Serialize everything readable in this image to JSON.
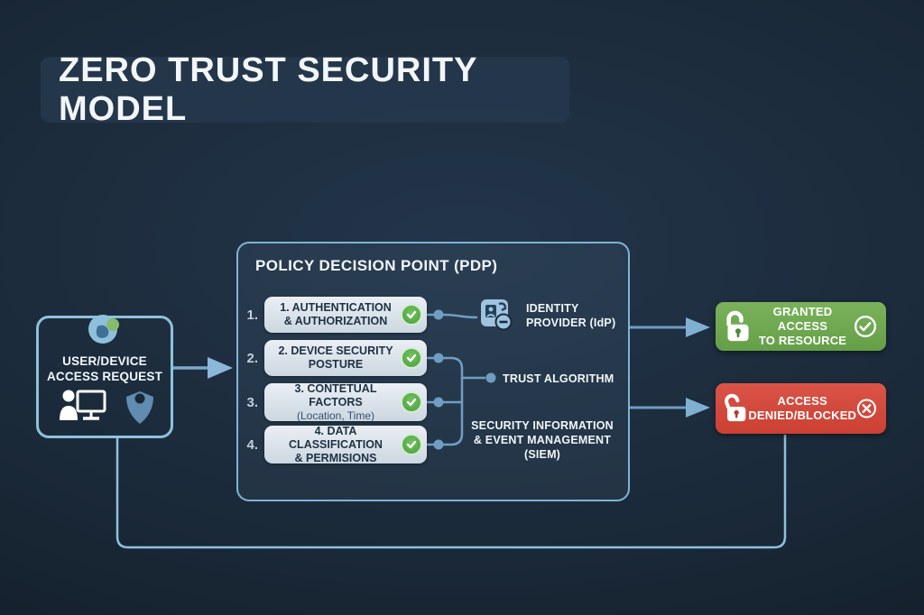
{
  "title": "ZERO TRUST SECURITY MODEL",
  "colors": {
    "background": "#18242f",
    "accent_line": "#8fc1dd",
    "pill_bg": "#dde6ee",
    "pill_text": "#1e3143",
    "granted_green": "#6da94e",
    "denied_red": "#d6493c",
    "check_green": "#57ae4b",
    "title_text": "#f2f6fa"
  },
  "request_box": {
    "label_line1": "USER/DEVICE",
    "label_line2": "ACCESS REQUEST"
  },
  "pdp": {
    "title": "POLICY DECISION POINT (PDP)",
    "items": [
      {
        "num": "1.",
        "line1": "1. AUTHENTICATION",
        "line2": "& AUTHORIZATION"
      },
      {
        "num": "2.",
        "line1": "2. DEVICE SECURITY",
        "line2": "POSTURE"
      },
      {
        "num": "3.",
        "line1": "3. CONTETUAL FACTORS",
        "line2": "(Location, Time)"
      },
      {
        "num": "4.",
        "line1": "4. DATA CLASSIFICATION",
        "line2": "& PERMISIONS"
      }
    ],
    "identity_provider": {
      "line1": "IDENTITY",
      "line2": "PROVIDER (IdP)"
    },
    "trust_algorithm": "TRUST ALGORITHM",
    "siem": {
      "line1": "SECURITY INFORMATION",
      "line2": "& EVENT MANAGEMENT",
      "line3": "(SIEM)"
    }
  },
  "outcomes": {
    "granted": {
      "line1": "GRANTED ACCESS",
      "line2": "TO RESOURCE"
    },
    "denied": {
      "line1": "ACCESS",
      "line2": "DENIED/BLOCKED"
    }
  },
  "icons": {
    "request_logo": "globe-network-icon",
    "user_device": "user-monitor-icon",
    "shield": "shield-user-icon",
    "identity_provider": "id-card-icon",
    "item_check": "check-circle-icon",
    "granted_lock": "unlocked-padlock-icon",
    "granted_status": "check-circle-outline-icon",
    "denied_lock": "unlocked-padlock-icon",
    "denied_status": "x-circle-outline-icon"
  }
}
